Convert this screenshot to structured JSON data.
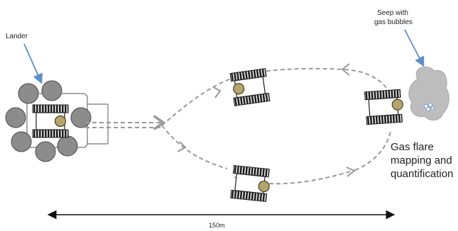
{
  "labels": {
    "lander": "Lander",
    "seep_line1": "Seep with",
    "seep_line2": "gas bubbles",
    "flare_line1": "Gas flare",
    "flare_line2": "mapping and",
    "flare_line3": "quantification",
    "distance": "150m"
  },
  "colors": {
    "arrow_blue": "#5b8fc9",
    "dashed_path": "#9a9a9a",
    "sphere_fill": "#8c8c8c",
    "seep_fill": "#bdbdbd",
    "rover_body": "#ffffff",
    "rover_hub": "#b5a46d",
    "track_dark": "#1e1e1e"
  },
  "icons": {
    "lander": "lander-icon",
    "rover": "rover-icon",
    "seep": "seep-icon",
    "bubbles": "gas-bubbles-icon"
  }
}
